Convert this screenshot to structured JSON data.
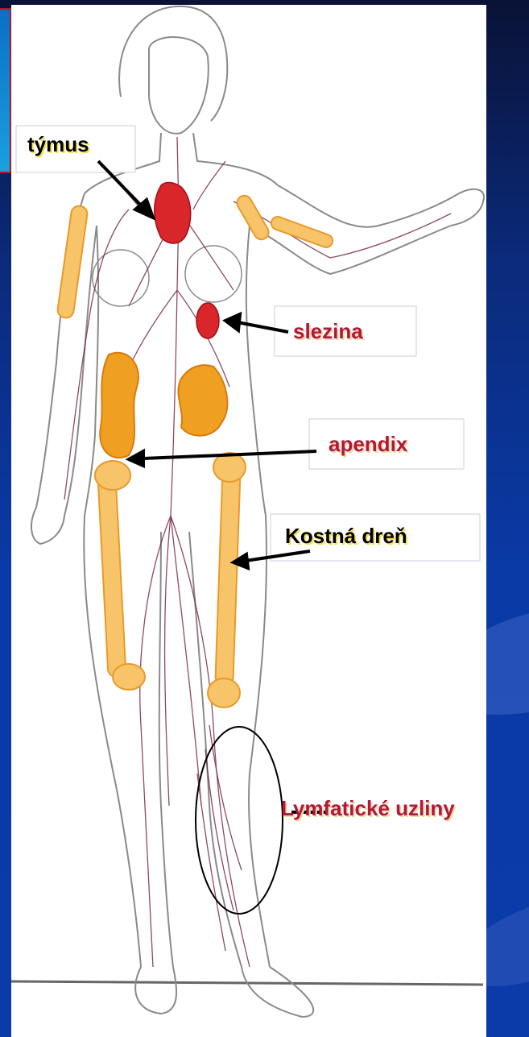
{
  "labels": {
    "thymus": "týmus",
    "spleen": "slezina",
    "appendix": "apendix",
    "bone_marrow": "Kostná dreň",
    "lymph_nodes": "Lymfatické uzliny"
  },
  "colors": {
    "background": "#0b3ba8",
    "panel": "#ffffff",
    "label_black": "#000000",
    "label_crimson": "#b0183c",
    "organ_red": "#d8262a",
    "organ_orange": "#f0a020",
    "bone": "#f7c46a",
    "vessel": "#7a2a4a"
  }
}
